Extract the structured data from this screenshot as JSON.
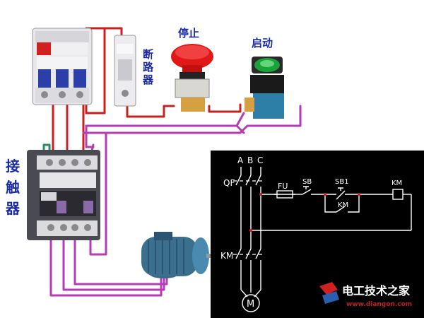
{
  "labels": {
    "contactor": [
      "接",
      "触",
      "器"
    ],
    "breaker": [
      "断",
      "路",
      "器"
    ],
    "stop": "停止",
    "start": "启动"
  },
  "schematic": {
    "phases": [
      "A",
      "B",
      "C"
    ],
    "qf": "QF",
    "km_main": "KM",
    "fuse": "FU",
    "sb": "SB",
    "sb1": "SB1",
    "km_aux": "KM",
    "km_coil": "KM",
    "motor": "M"
  },
  "watermark": {
    "title": "电工技术之家",
    "url": "www.diangon.com"
  },
  "colors": {
    "wire_red": "#c8201e",
    "wire_magenta": "#b43cb4",
    "wire_green": "#2a8a6a",
    "label_blue": "#1a2aa8",
    "schematic_bg": "#000000"
  }
}
